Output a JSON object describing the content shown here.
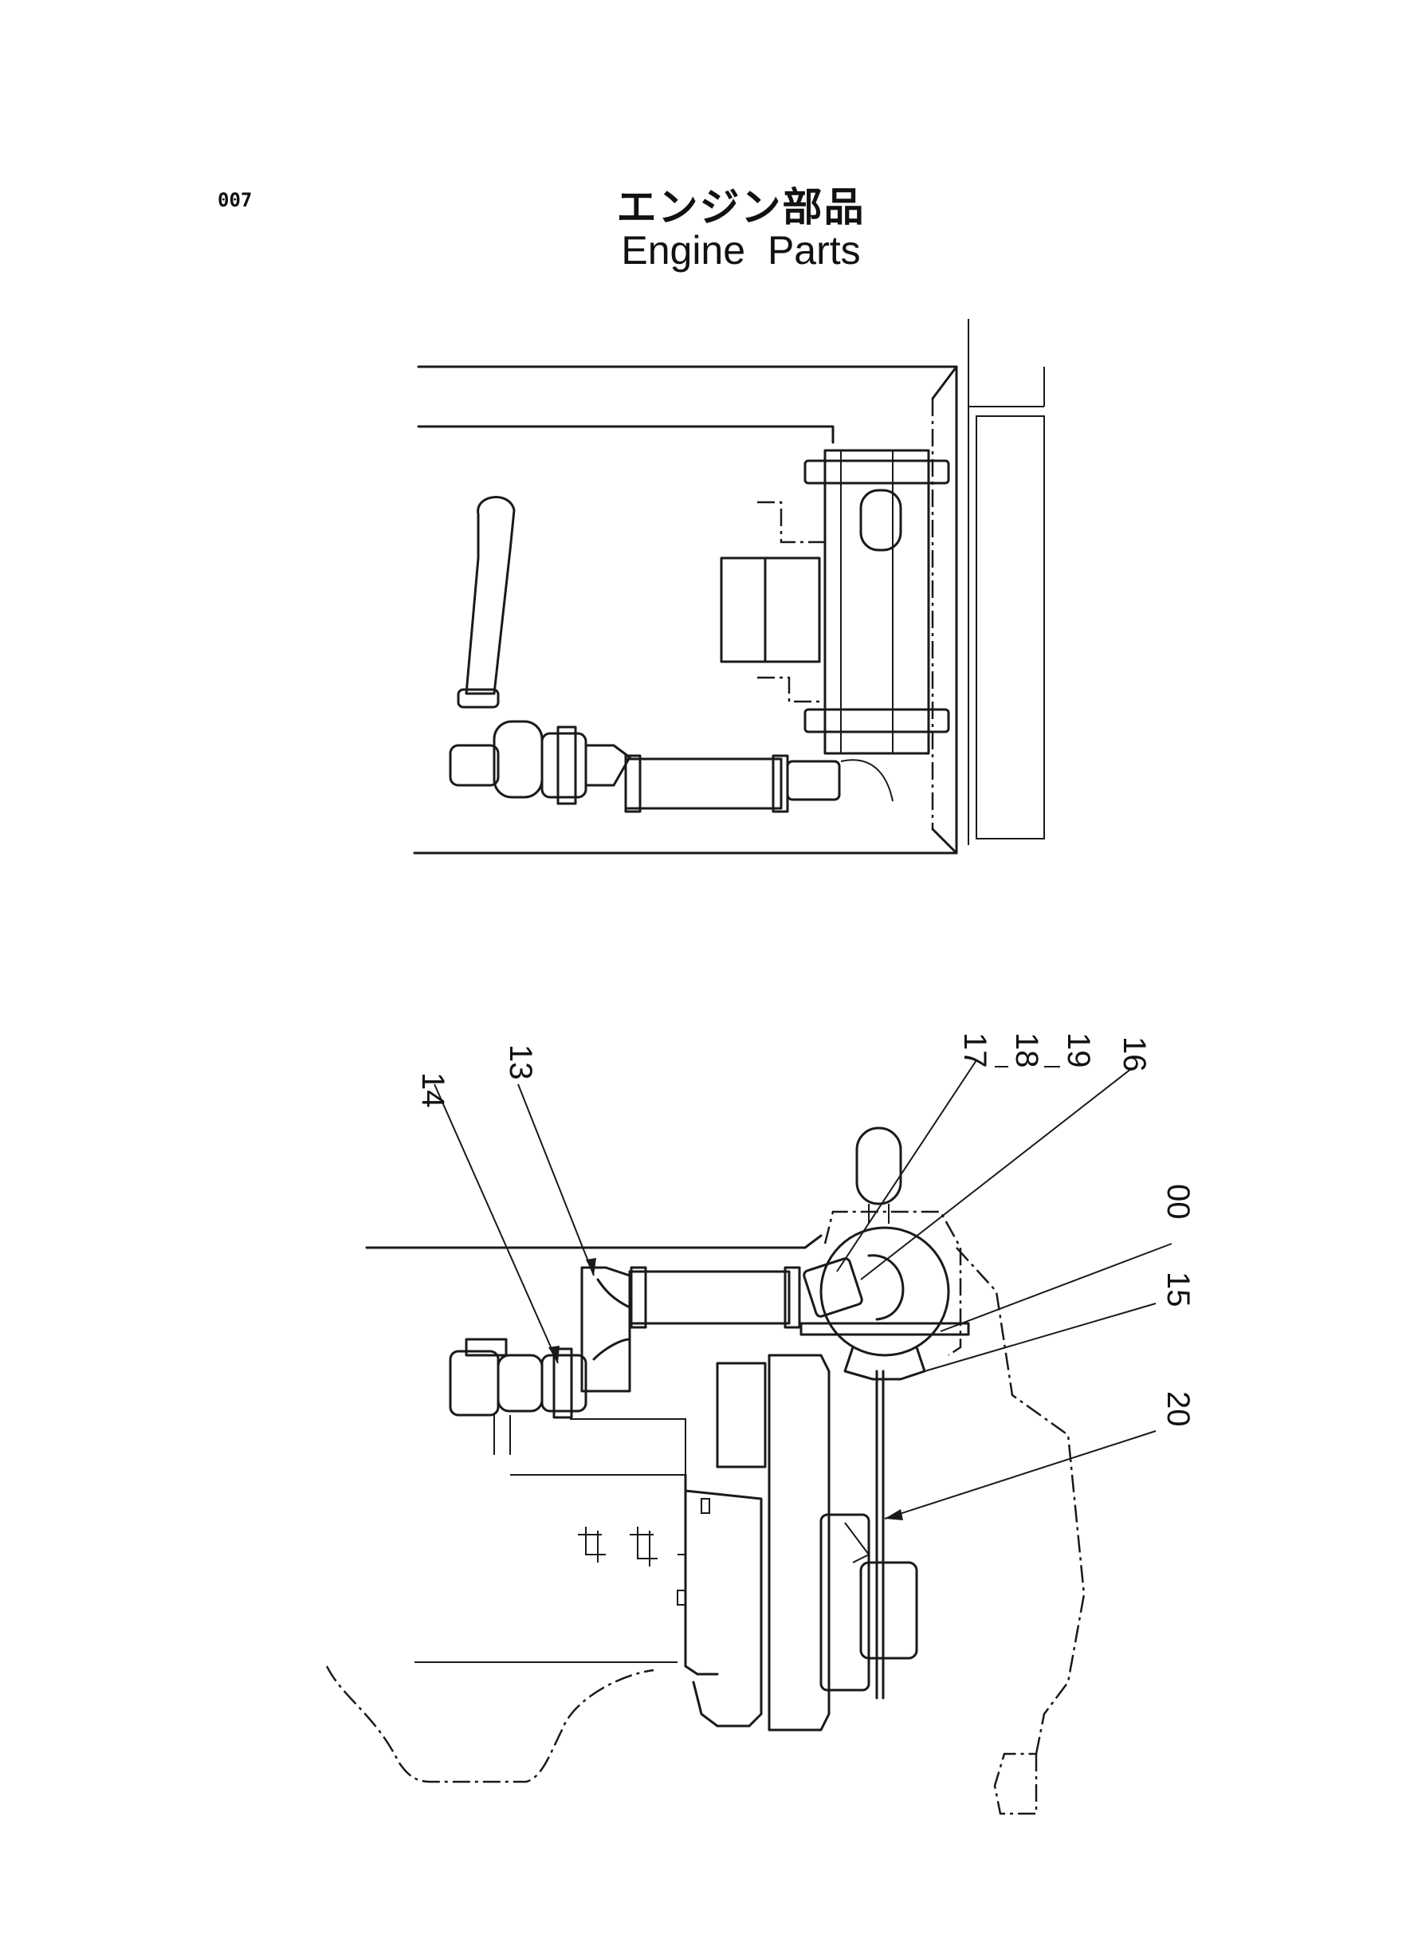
{
  "page": {
    "number": "007",
    "title_ja": "エンジン部品",
    "title_en": "Engine  Parts"
  },
  "diagrams": {
    "top_view": {},
    "side_view": {
      "callouts": [
        {
          "label": "14"
        },
        {
          "label": "13"
        },
        {
          "label": "17"
        },
        {
          "label": "18"
        },
        {
          "label": "19"
        },
        {
          "label": "16"
        },
        {
          "label": "00"
        },
        {
          "label": "15"
        },
        {
          "label": "20"
        }
      ]
    }
  }
}
